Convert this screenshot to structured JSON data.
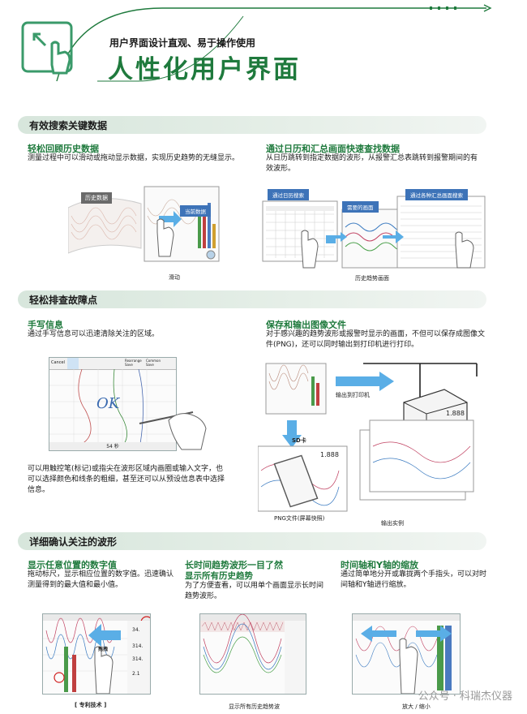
{
  "header": {
    "subtitle": "用户界面设计直观、易于操作使用",
    "title": "人性化用户界面"
  },
  "section1": {
    "title": "有效搜索关键数据",
    "left": {
      "heading": "轻松回顾历史数据",
      "text": "测量过程中可以滑动或拖动显示数据，实现历史趋势的无缝显示。",
      "tag_history": "历史数据",
      "tag_current": "当前数据",
      "caption": "滑动"
    },
    "right": {
      "heading": "通过日历和汇总画面快速查找数据",
      "text": "从日历跳转到指定数据的波形，从报警汇总表跳转到报警期间的有效波形。",
      "tag_calendar": "通过日历搜索",
      "tag_summary": "通过各种汇总画面搜索",
      "tag_jump": "需要的画面",
      "caption": "历史趋势画面"
    }
  },
  "section2": {
    "title": "轻松排查故障点",
    "left": {
      "heading": "手写信息",
      "text": "通过手写信息可以迅速清除关注的区域。",
      "toolbar": [
        "Cancel",
        "",
        "",
        "",
        "",
        "",
        "Rearrange Save",
        "Common Save"
      ],
      "handwriting": "OK",
      "time_label": "54 秒",
      "text2": "可以用触控笔(标记)或指尖在波形区域内画圈或输入文字，也可以选择颜色和线条的粗细，甚至还可以从预设信息表中选择信息。"
    },
    "right": {
      "heading": "保存和输出图像文件",
      "text": "对于感兴趣的趋势波形或报警时显示的画面，不但可以保存成图像文件(PNG)，还可以同时输出到打印机进行打印。",
      "label_printer": "输出到打印机",
      "label_sd": "SD卡",
      "value1": "1.888",
      "value2": "1.888",
      "caption_png": "PNG文件(屏幕快照)",
      "caption_out": "输出实例"
    }
  },
  "section3": {
    "title": "详细确认关注的波形",
    "col1": {
      "heading": "显示任意位置的数字值",
      "text": "拖动标尺，显示相应位置的数字值。迅速确认测量得到的最大值和最小值。",
      "drag_label": "拖拽",
      "values": [
        "34.",
        "314.",
        "314.",
        "2.1"
      ],
      "caption": "[ 专利技术 ]"
    },
    "col2": {
      "heading": "长时间趋势波形一目了然",
      "subheading": "显示所有历史趋势",
      "text": "为了方便查看，可以用单个画面显示长时间趋势波形。",
      "caption": "显示所有历史趋势波"
    },
    "col3": {
      "heading": "时间轴和Y轴的缩放",
      "text": "通过简单地分开或靠拢两个手指头，可以对时间轴和Y轴进行缩放。",
      "caption": "放大 / 缩小"
    }
  },
  "watermark": "公众号 · 科瑞杰仪器",
  "colors": {
    "brand_green": "#1f7a3d",
    "bar_green": "#d7e6dc",
    "accent_blue": "#5aaee6"
  }
}
